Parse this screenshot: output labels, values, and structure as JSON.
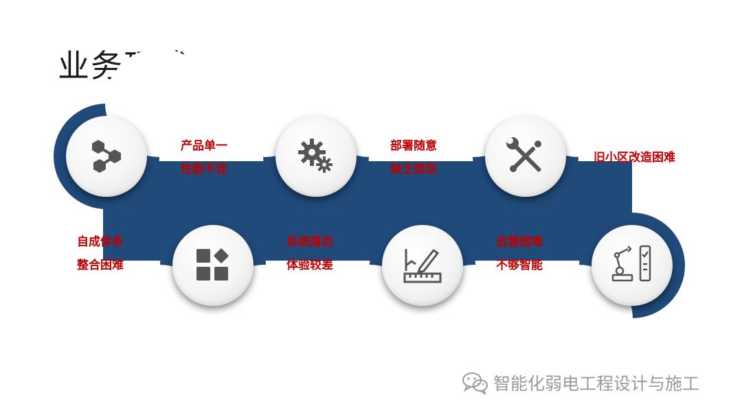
{
  "title": "业务现状",
  "colors": {
    "ribbon": "#1f4a7a",
    "caption": "#c00000"
  },
  "items": [
    {
      "icon": "share-nodes-icon",
      "lines": [
        "产品单一",
        "性能不佳"
      ]
    },
    {
      "icon": "apps-grid-icon",
      "lines": [
        "自成体系",
        "整合困难"
      ]
    },
    {
      "icon": "gears-icon",
      "lines": [
        "部署随意",
        "缺乏规划"
      ]
    },
    {
      "icon": "chart-ruler-icon",
      "lines": [
        "系统落后",
        "体验较差"
      ]
    },
    {
      "icon": "wrench-screwdriver-icon",
      "lines": [
        "旧小区改造困难"
      ]
    },
    {
      "icon": "robot-arm-icon",
      "lines": [
        "运营困难",
        "不够智能"
      ]
    }
  ],
  "watermark": {
    "icon": "wechat-icon",
    "text": "智能化弱电工程设计与施工"
  }
}
